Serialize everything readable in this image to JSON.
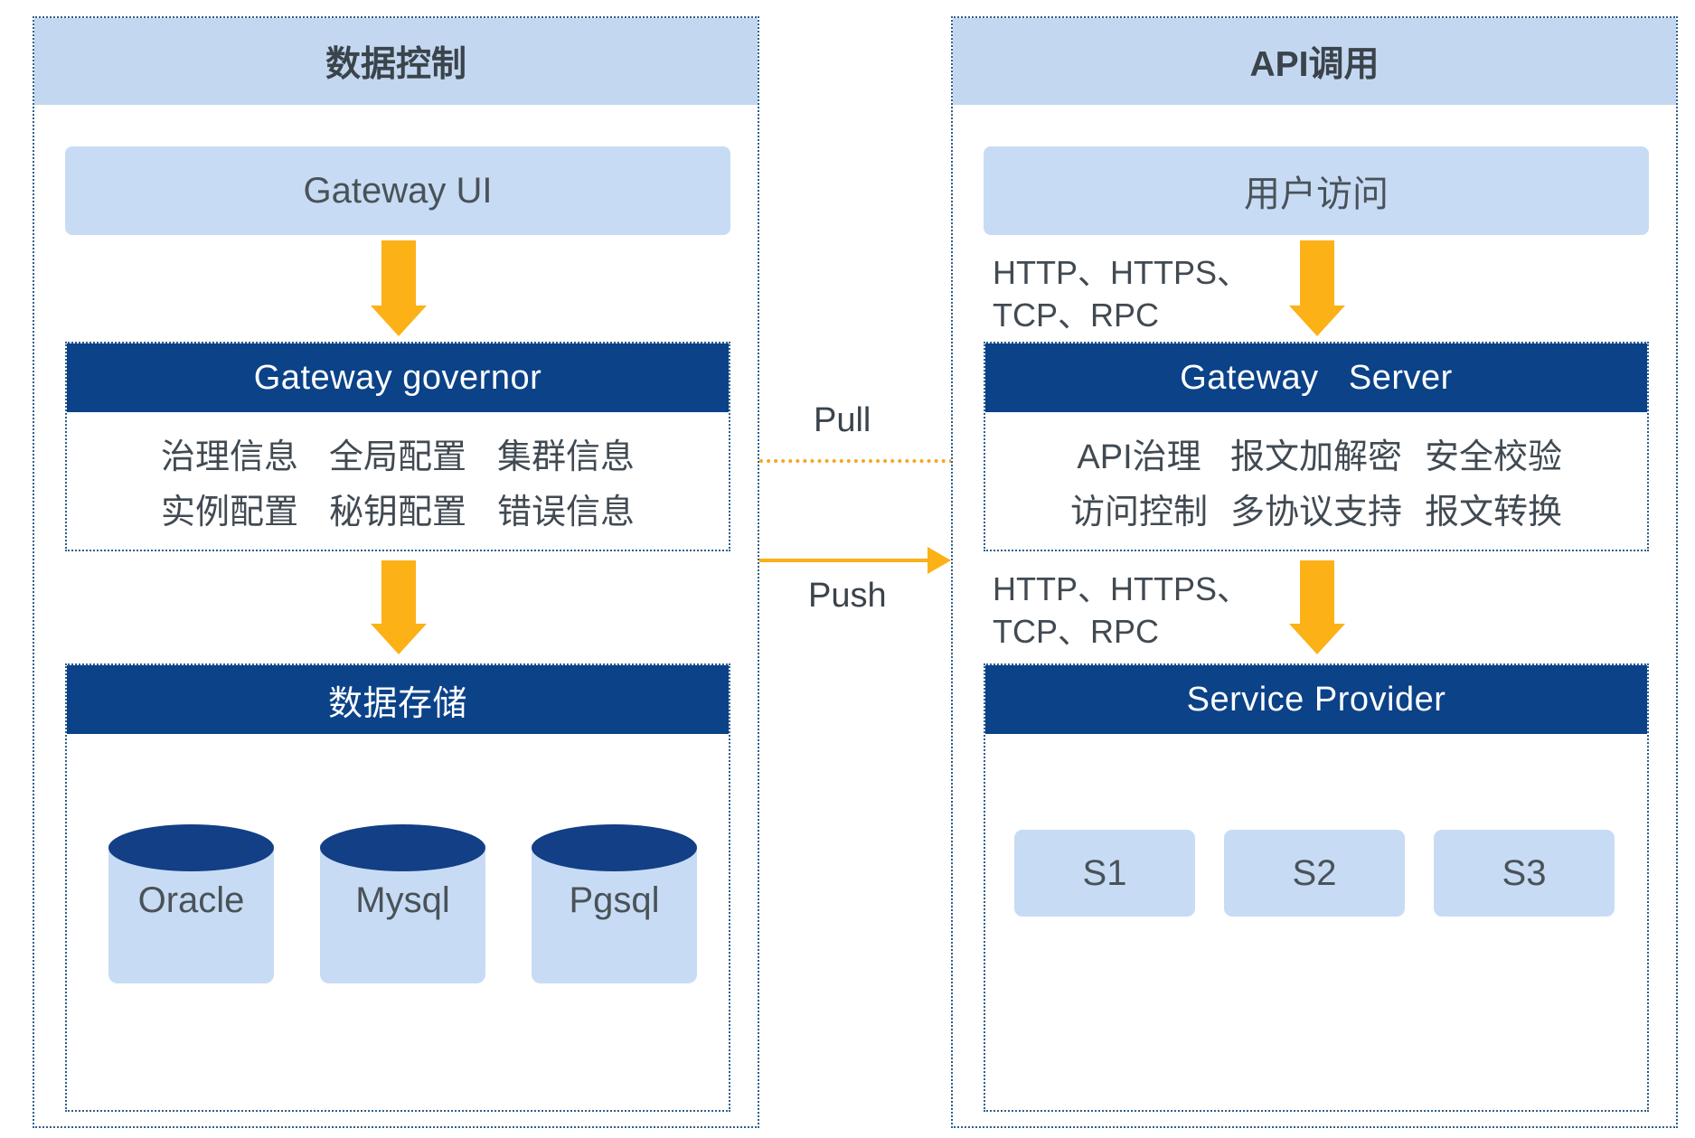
{
  "diagram": {
    "panels": {
      "left": {
        "title": "数据控制",
        "ui_box": "Gateway UI",
        "governor": {
          "header": "Gateway governor",
          "rows": [
            [
              "治理信息",
              "全局配置",
              "集群信息"
            ],
            [
              "实例配置",
              "秘钥配置",
              "错误信息"
            ]
          ]
        },
        "storage": {
          "header": "数据存储",
          "databases": [
            "Oracle",
            "Mysql",
            "Pgsql"
          ]
        }
      },
      "right": {
        "title": "API调用",
        "user_box": "用户访问",
        "protocol_top": "HTTP、HTTPS、\nTCP、RPC",
        "protocol_bottom": "HTTP、HTTPS、\nTCP、RPC",
        "server": {
          "header": "Gateway   Server",
          "rows": [
            [
              "API治理",
              "报文加解密",
              "安全校验"
            ],
            [
              "访问控制",
              "多协议支持",
              "报文转换"
            ]
          ]
        },
        "provider": {
          "header": "Service Provider",
          "services": [
            "S1",
            "S2",
            "S3"
          ]
        }
      }
    },
    "connectors": {
      "pull": "Pull",
      "push": "Push"
    },
    "colors": {
      "panel_header": "#c3d8f0",
      "light_box": "#c7dcf4",
      "dark_header": "#0b4288",
      "arrow_orange": "#fcb116",
      "cylinder_top": "#123f86",
      "text": "#414a52"
    }
  }
}
